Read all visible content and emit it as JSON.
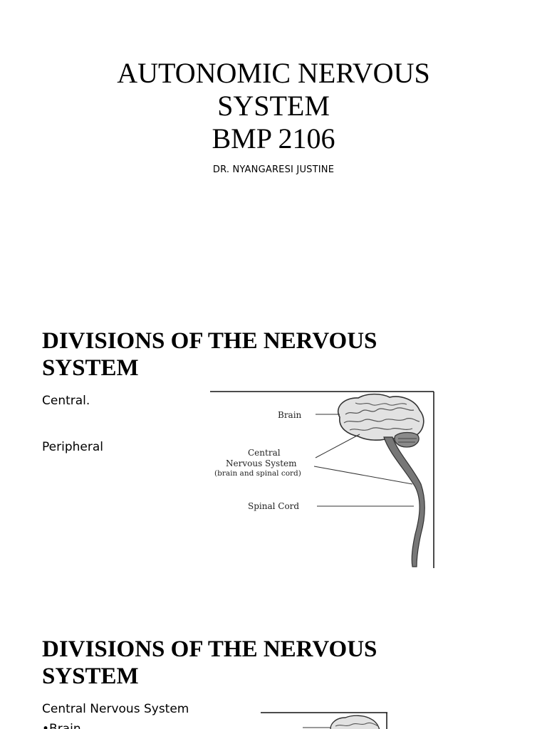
{
  "title": {
    "lines": [
      "AUTONOMIC NERVOUS",
      "SYSTEM",
      "BMP 2106"
    ],
    "author": "DR. NYANGARESI JUSTINE"
  },
  "slide2": {
    "heading_lines": [
      "DIVISIONS OF THE NERVOUS",
      "SYSTEM"
    ],
    "bullets": [
      "Central.",
      "Peripheral"
    ],
    "diagram": {
      "labels": {
        "brain": "Brain",
        "cns_line1": "Central",
        "cns_line2": "Nervous System",
        "cns_line3": "(brain and spinal cord)",
        "spinal_cord": "Spinal Cord"
      }
    }
  },
  "slide3": {
    "heading_lines": [
      "DIVISIONS OF THE NERVOUS",
      "SYSTEM"
    ],
    "bullets": [
      "Central Nervous System",
      "•Brain"
    ]
  }
}
